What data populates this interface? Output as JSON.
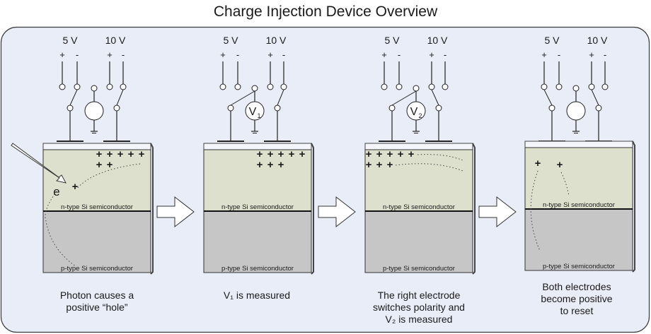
{
  "title": "Charge Injection Device Overview",
  "colors": {
    "background": "#e8edf7",
    "n_layer": "#dde0cc",
    "p_layer": "#c6c6c6",
    "stroke": "#222222"
  },
  "supply_labels": {
    "low": "5 V",
    "high": "10 V",
    "plus": "+",
    "minus": "-"
  },
  "layers": {
    "n": "n-type Si semiconductor",
    "p": "p-type Si semiconductor"
  },
  "panels": [
    {
      "meter": {
        "label": "",
        "sub": ""
      },
      "left_switch": "minus",
      "right_switch": "minus",
      "meter_connected": false,
      "charges_top_row": 5,
      "charges_second_row": 2,
      "photon": true,
      "electron_label": "e",
      "caption": [
        "Photon causes a",
        "positive “hole”"
      ]
    },
    {
      "meter": {
        "label": "V",
        "sub": "1"
      },
      "left_switch": "meter",
      "right_switch": "minus",
      "meter_connected": true,
      "charges_top_row": 5,
      "charges_second_row": 3,
      "photon": false,
      "caption": [
        "V₁ is measured"
      ]
    },
    {
      "meter": {
        "label": "V",
        "sub": "2"
      },
      "left_switch": "meter",
      "right_switch": "plus",
      "meter_connected": true,
      "charges_top_row": 5,
      "charges_second_row": 3,
      "photon": false,
      "caption": [
        "The right electrode",
        "switches polarity and",
        "V₂ is measured"
      ]
    },
    {
      "meter": {
        "label": "",
        "sub": ""
      },
      "left_switch": "plus",
      "right_switch": "plus",
      "meter_connected": false,
      "charges_top_row": 2,
      "charges_second_row": 0,
      "photon": false,
      "caption": [
        "Both electrodes",
        "become positive",
        "to reset"
      ]
    }
  ]
}
